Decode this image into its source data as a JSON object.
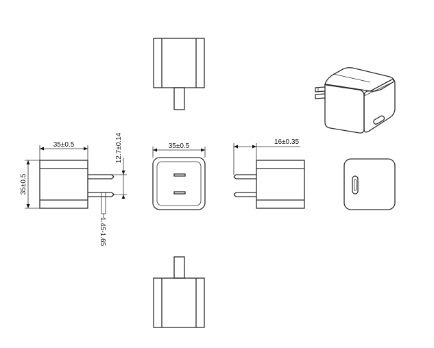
{
  "drawing": {
    "dimensions": {
      "side_width": "35±0.5",
      "side_height": "35±0.5",
      "pin_length": "12.7±0.14",
      "pin_thickness": "1.45-1.65",
      "front_width": "35±0.5",
      "pin_spacing": "16±0.35"
    }
  }
}
